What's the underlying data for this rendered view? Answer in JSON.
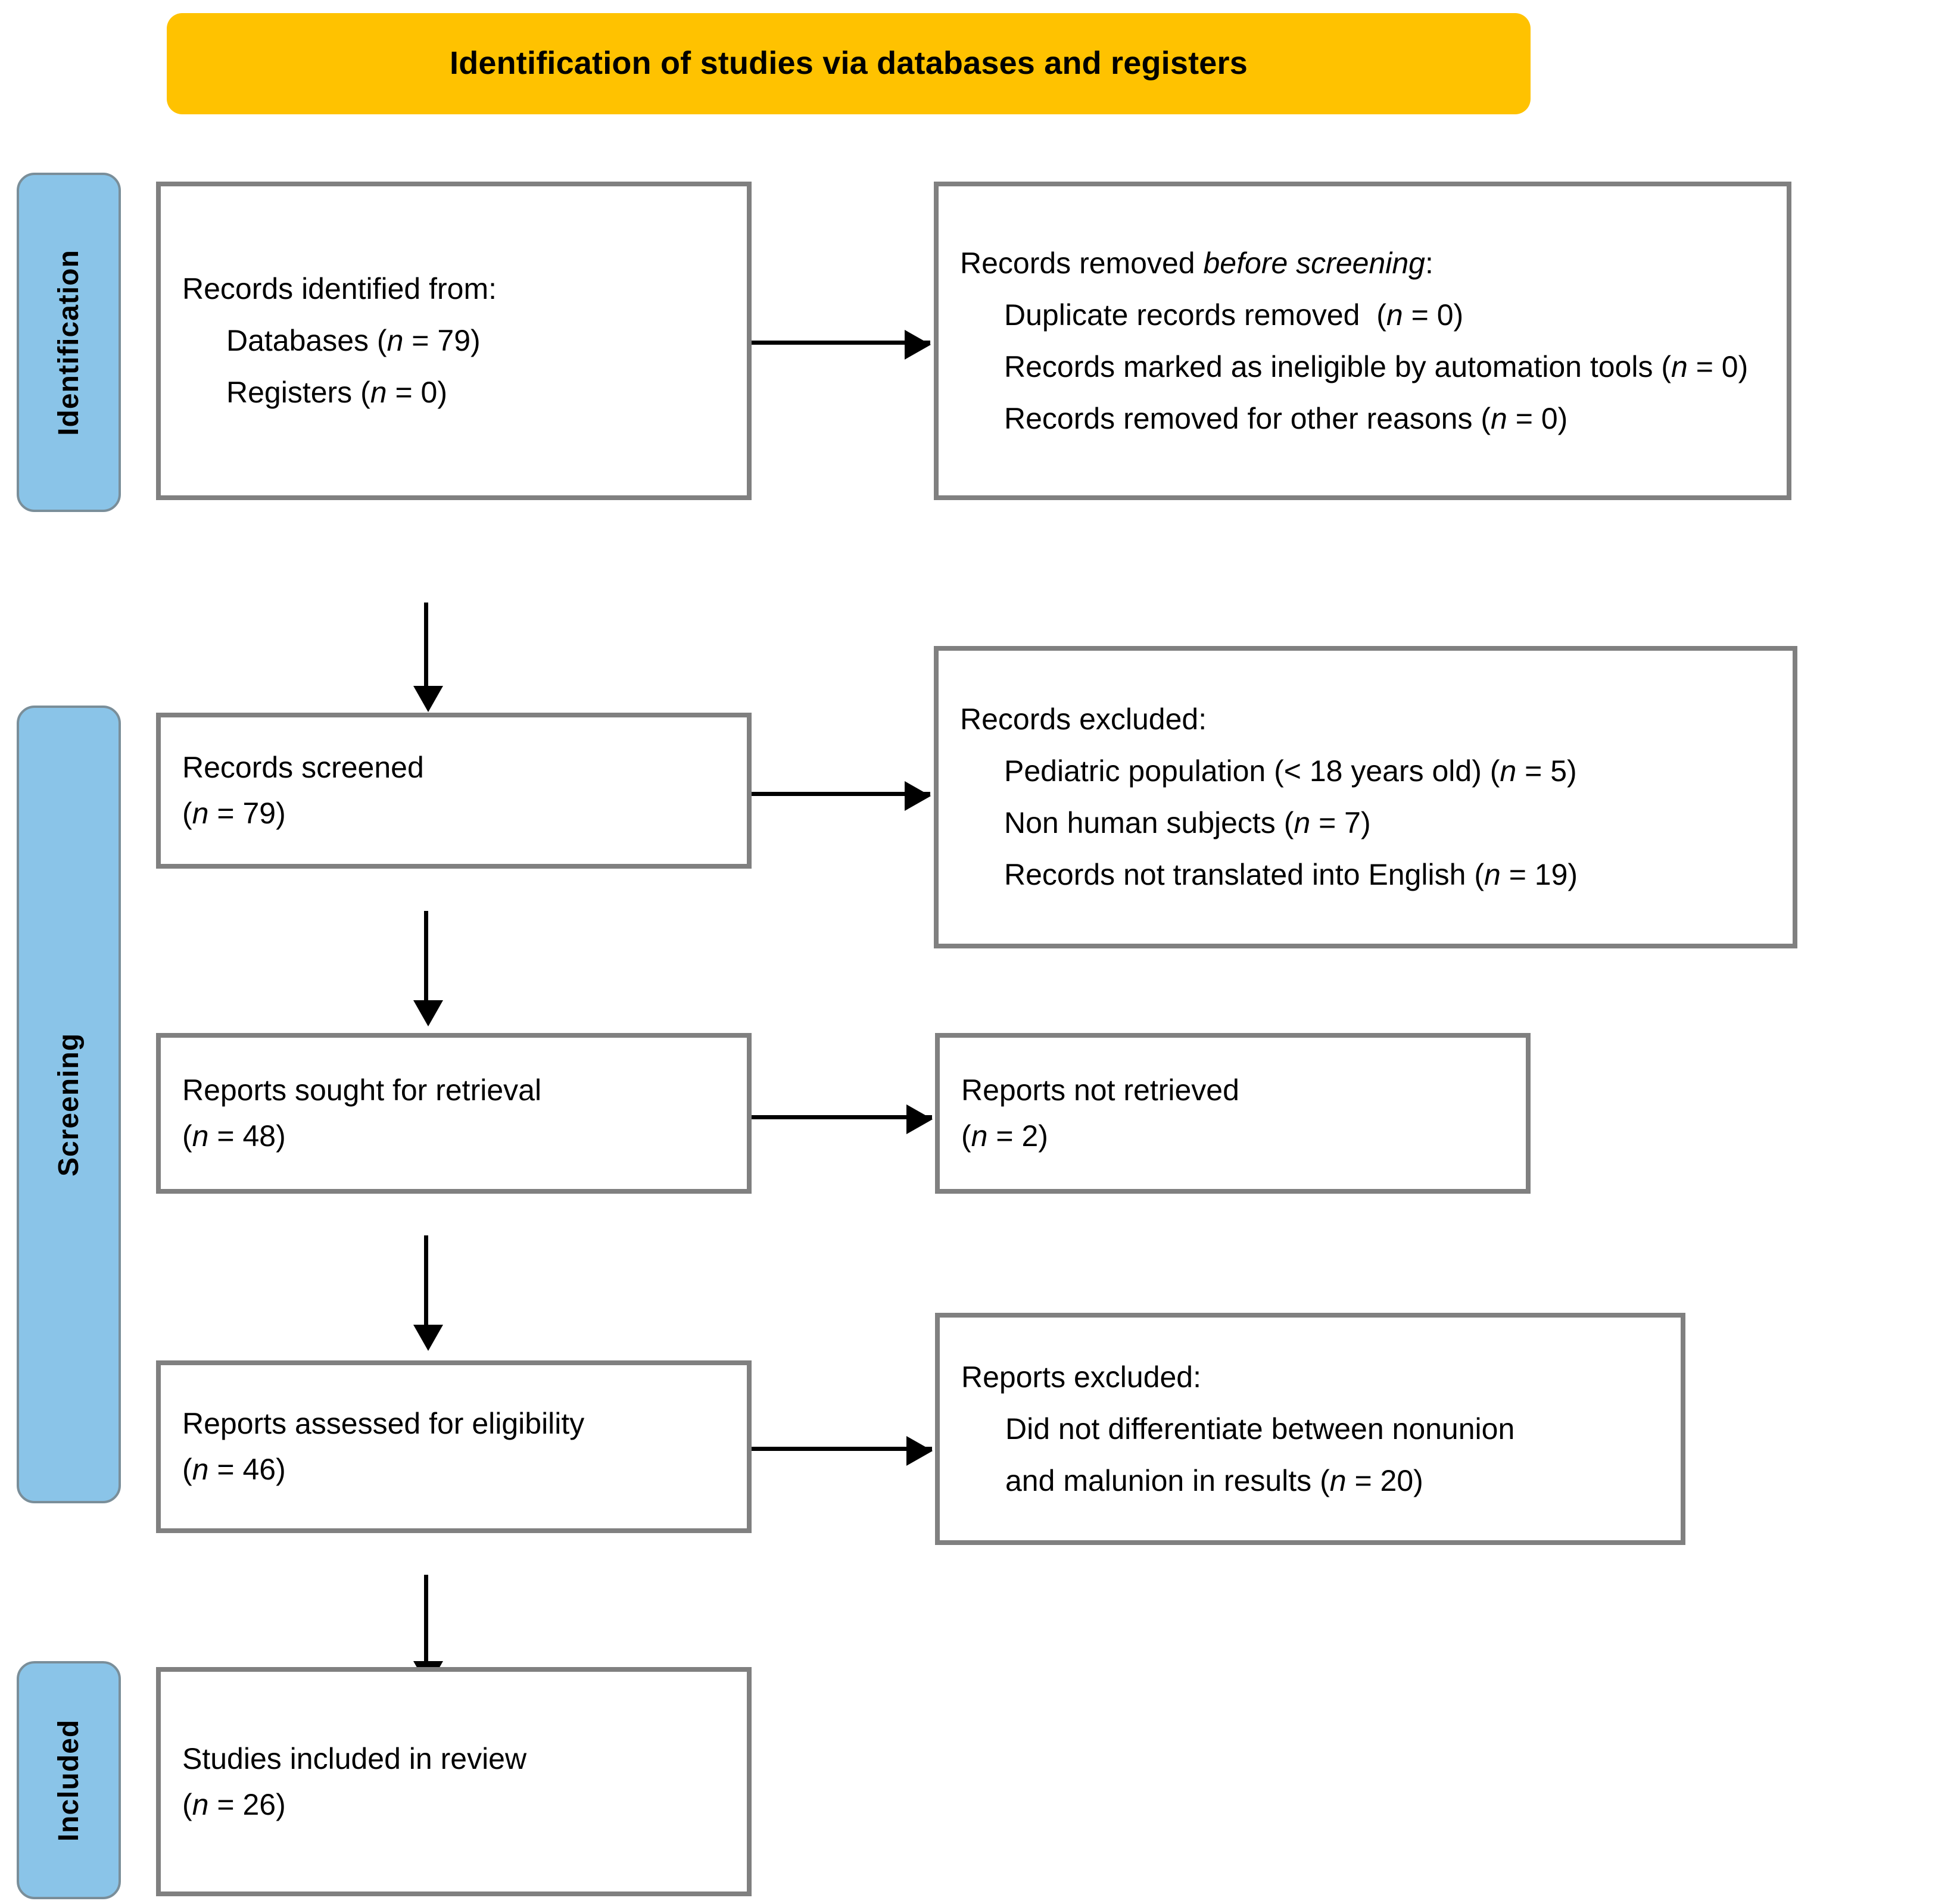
{
  "banner": {
    "title": "Identification of studies via databases and registers",
    "color": "#FFC200"
  },
  "stages": {
    "identification": "Identification",
    "screening": "Screening",
    "included": "Included",
    "color": "#8AC4E8"
  },
  "boxes": {
    "records_identified": {
      "title": "Records identified from:",
      "databases": "Databases (",
      "databases_n": "n",
      "databases_val": " = 79)",
      "registers": "Registers (",
      "registers_n": "n",
      "registers_val": " = 0)"
    },
    "records_removed": {
      "title_a": "Records removed ",
      "title_b": "before screening",
      "title_c": ":",
      "duplicate_a": "Duplicate records removed  (",
      "duplicate_n": "n",
      "duplicate_b": " = 0)",
      "ineligible_a": "Records marked as ineligible by automation tools (",
      "ineligible_n": "n",
      "ineligible_b": " = 0)",
      "other_a": "Records removed for other reasons (",
      "other_n": "n",
      "other_b": " = 0)"
    },
    "records_screened": {
      "title": "Records screened",
      "count_a": "(",
      "count_n": "n",
      "count_b": " = 79)"
    },
    "records_excluded": {
      "title": "Records excluded:",
      "pediatric_a": "Pediatric population (< 18 years old) (",
      "pediatric_n": "n",
      "pediatric_b": " = 5)",
      "nonhuman_a": "Non human subjects (",
      "nonhuman_n": "n",
      "nonhuman_b": " = 7)",
      "nottranslated_a": "Records not translated into English (",
      "nottranslated_n": "n",
      "nottranslated_b": " = 19)"
    },
    "reports_sought": {
      "title": "Reports sought for retrieval",
      "count_a": "(",
      "count_n": "n",
      "count_b": " = 48)"
    },
    "reports_not_retrieved": {
      "title": "Reports not retrieved",
      "count_a": "(",
      "count_n": "n",
      "count_b": " = 2)"
    },
    "reports_assessed": {
      "title": "Reports assessed for eligibility",
      "count_a": "(",
      "count_n": "n",
      "count_b": " = 46)"
    },
    "reports_excluded": {
      "title": "Reports excluded:",
      "reason_line1": "Did not differentiate between nonunion",
      "reason_line2_a": "and malunion in results (",
      "reason_line2_n": "n",
      "reason_line2_b": " = 20)"
    },
    "studies_included": {
      "title": "Studies included in review",
      "count_a": "(",
      "count_n": "n",
      "count_b": " = 26)"
    }
  }
}
